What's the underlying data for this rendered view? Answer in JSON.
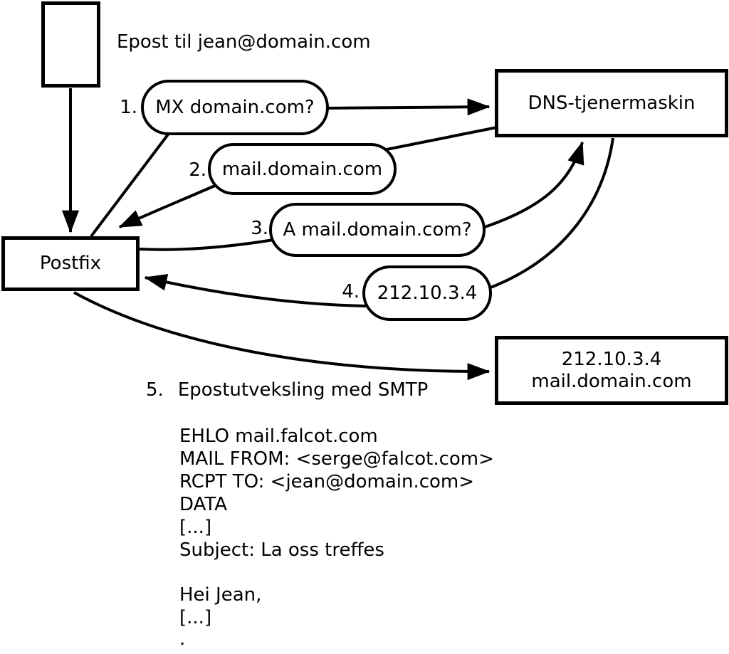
{
  "diagram": {
    "note": "Epost til jean@domain.com",
    "nodes": {
      "postfix": "Postfix",
      "dns": "DNS-tjenermaskin",
      "mailserver_line1": "212.10.3.4",
      "mailserver_line2": "mail.domain.com"
    },
    "steps": [
      {
        "num": "1.",
        "label": "MX domain.com?"
      },
      {
        "num": "2.",
        "label": "mail.domain.com"
      },
      {
        "num": "3.",
        "label": "A mail.domain.com?"
      },
      {
        "num": "4.",
        "label": "212.10.3.4"
      },
      {
        "num": "5.",
        "label": "Epostutveksling med SMTP"
      }
    ],
    "smtp_session": [
      "EHLO mail.falcot.com",
      "MAIL FROM: <serge@falcot.com>",
      "RCPT TO: <jean@domain.com>",
      "DATA",
      "[...]",
      "Subject: La oss treffes"
    ],
    "smtp_body": [
      "Hei Jean,",
      "[...]"
    ],
    "smtp_terminator": ".",
    "colors": {
      "stroke": "#000000",
      "background": "#ffffff"
    }
  }
}
